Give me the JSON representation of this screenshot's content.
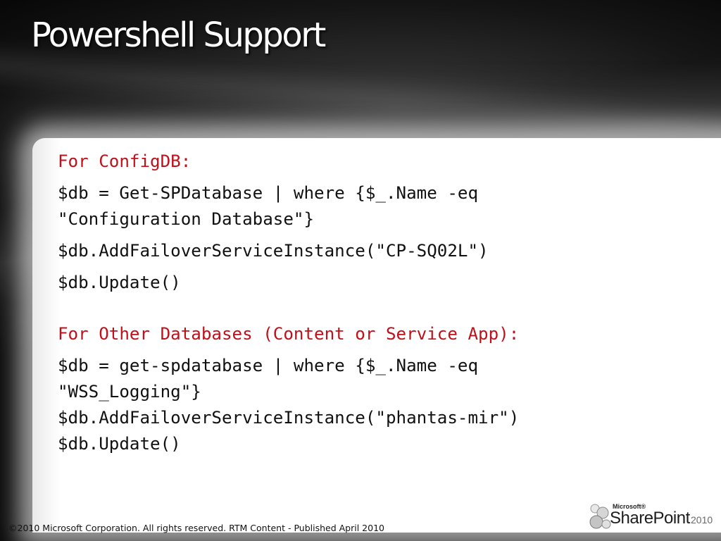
{
  "slide": {
    "title": "Powershell Support",
    "blocks": [
      {
        "header": "For ConfigDB:",
        "lines": [
          "$db = Get-SPDatabase | where {$_.Name -eq",
          "\"Configuration Database\"}",
          "$db.AddFailoverServiceInstance(\"CP-SQ02L\")",
          "$db.Update()"
        ]
      },
      {
        "header": "For Other Databases (Content or Service App):",
        "lines": [
          "$db = get-spdatabase | where {$_.Name -eq",
          "\"WSS_Logging\"}",
          "$db.AddFailoverServiceInstance(\"phantas-mir\")",
          "$db.Update()"
        ]
      }
    ],
    "footer": "©2010 Microsoft Corporation. All rights reserved. RTM Content - Published April 2010",
    "logo": {
      "brand_small": "Microsoft®",
      "product": "SharePoint",
      "year": "2010",
      "icon": "sharepoint-logo-icon"
    }
  },
  "colors": {
    "header_red": "#c0101a",
    "code_text": "#111111",
    "title_text": "#ffffff"
  }
}
